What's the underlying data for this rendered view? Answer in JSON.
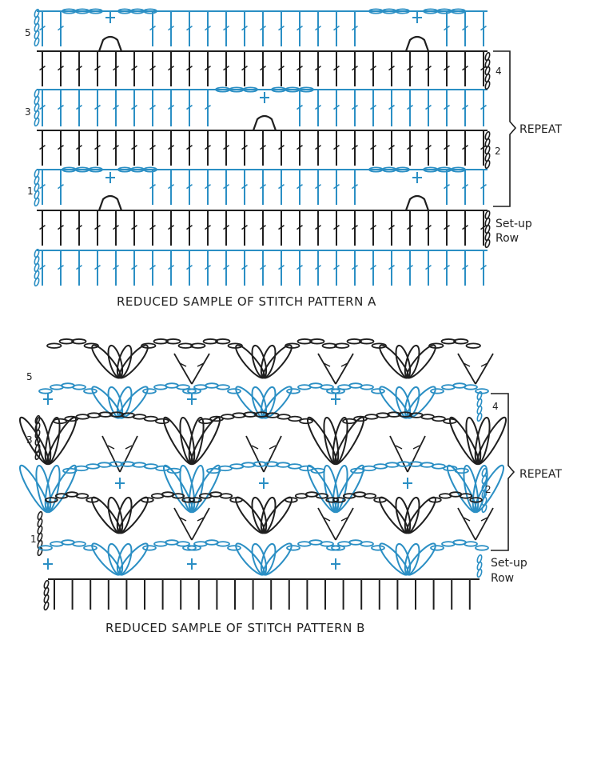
{
  "colors": {
    "black": "#1f1f1f",
    "blue": "#2b8fc4"
  },
  "chart_a": {
    "caption": "REDUCED SAMPLE OF STITCH PATTERN A",
    "row_labels_left": [
      "5",
      "3",
      "1"
    ],
    "row_labels_right": [
      "4",
      "2"
    ],
    "repeat_label": "REPEAT",
    "setup_label_line1": "Set-up",
    "setup_label_line2": "Row"
  },
  "chart_b": {
    "caption": "REDUCED SAMPLE OF STITCH PATTERN B",
    "row_labels_left": [
      "5",
      "3",
      "1"
    ],
    "row_labels_right": [
      "4",
      "2"
    ],
    "repeat_label": "REPEAT",
    "setup_label_line1": "Set-up",
    "setup_label_line2": "Row"
  }
}
